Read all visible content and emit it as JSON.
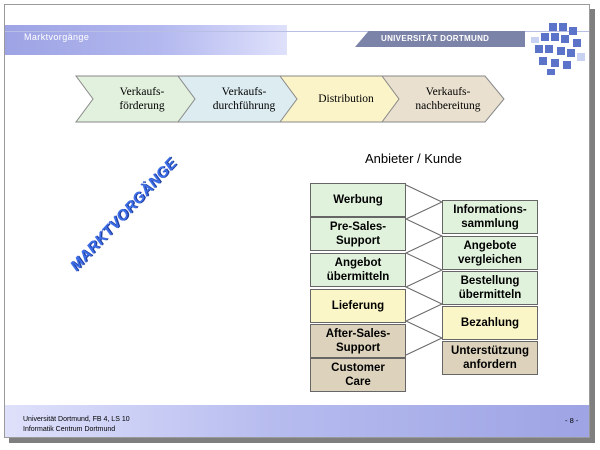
{
  "header": {
    "title": "Marktvorgänge",
    "university": "UNIVERSITÄT DORTMUND"
  },
  "process_chevrons": [
    {
      "label": "Verkaufs-\nförderung",
      "color": "#e2f1de"
    },
    {
      "label": "Verkaufs-\ndurchführung",
      "color": "#dcecf1"
    },
    {
      "label": "Distribution",
      "color": "#fbf4c9"
    },
    {
      "label": "Verkaufs-\nnachbereitung",
      "color": "#e9e0cf"
    }
  ],
  "subheading": "Anbieter / Kunde",
  "diagonal_label": "MARKTVORGÄNGE",
  "flow": {
    "left": [
      {
        "label": "Werbung",
        "color": "#e0f2dc"
      },
      {
        "label": "Pre-Sales-\nSupport",
        "color": "#e0f2dc"
      },
      {
        "label": "Angebot\nübermitteln",
        "color": "#e0f2dc"
      },
      {
        "label": "Lieferung",
        "color": "#fbf6c8"
      },
      {
        "label": "After-Sales-\nSupport",
        "color": "#ddd3bd"
      },
      {
        "label": "Customer\nCare",
        "color": "#ddd3bd"
      }
    ],
    "right": [
      {
        "label": "Informations-\nsammlung",
        "color": "#e0f2dc"
      },
      {
        "label": "Angebote\nvergleichen",
        "color": "#e0f2dc"
      },
      {
        "label": "Bestellung\nübermitteln",
        "color": "#e0f2dc"
      },
      {
        "label": "Bezahlung",
        "color": "#fbf6c8"
      },
      {
        "label": "Unterstützung\nanfordern",
        "color": "#ddd3bd"
      }
    ]
  },
  "footer": {
    "line1": "Universität Dortmund, FB 4, LS 10",
    "line2": "Informatik Centrum Dortmund",
    "page": "- 8 -"
  }
}
